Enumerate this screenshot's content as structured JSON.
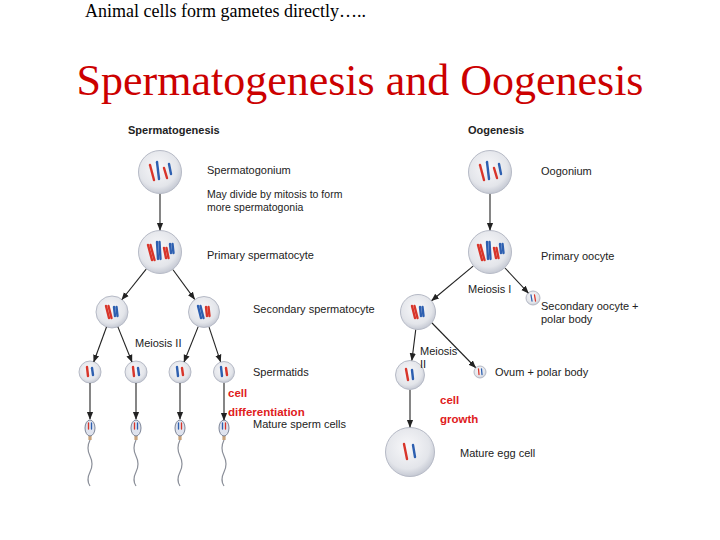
{
  "diagram": {
    "title": "Spermatogenesis and Oogenesis",
    "nodes": [
      {
        "text": [
          "Spermatogonium",
          "May divide by mitosis to form more spermatogonia"
        ]
      },
      {
        "text": [
          "Primary spermatocyte"
        ]
      },
      {
        "text": [
          "Secondary spermatocyte"
        ]
      },
      {
        "text": [
          "Spermatids"
        ]
      },
      {
        "text": [
          "Mature sperm cells"
        ]
      },
      {
        "text": [
          "Oogonium"
        ]
      },
      {
        "text": [
          "Primary oocyte"
        ]
      },
      {
        "text": [
          "Secondary oocyte + polar body"
        ]
      },
      {
        "text": [
          "Ovum + polar body"
        ]
      },
      {
        "text": [
          "Mature egg cell"
        ]
      }
    ],
    "edges": [
      {
        "from": 0,
        "to": 1,
        "arrow": "to"
      },
      {
        "from": 1,
        "to": 2,
        "arrow": "to"
      },
      {
        "from": 2,
        "to": 3,
        "arrow": "to"
      },
      {
        "from": 3,
        "to": 4,
        "arrow": "to"
      },
      {
        "from": 5,
        "to": 6,
        "arrow": "to"
      },
      {
        "from": 6,
        "to": 7,
        "arrow": "to"
      },
      {
        "from": 7,
        "to": 8,
        "arrow": "to"
      },
      {
        "from": 8,
        "to": 9,
        "arrow": "to"
      }
    ],
    "labels": [
      "Animal cells form gametes directly…..",
      "Spermatogenesis",
      "Oogenesis",
      "Meiosis II",
      "cell differentiation",
      "Meiosis I",
      "Meiosis II",
      "cell growth"
    ]
  }
}
